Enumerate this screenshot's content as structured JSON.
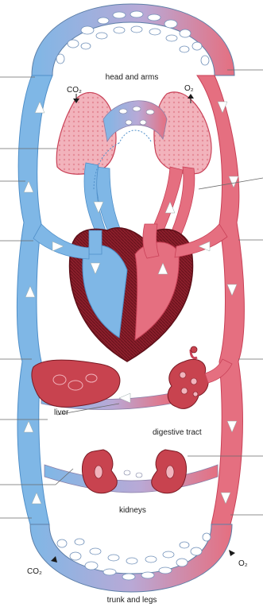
{
  "labels": {
    "head_and_arms": "head and arms",
    "co2_top": "CO₂",
    "o2_top": "O₂",
    "liver": "liver",
    "digestive_tract": "digestive tract",
    "kidneys": "kidneys",
    "co2_bottom": "CO₂",
    "o2_bottom": "O₂",
    "trunk_and_legs": "trunk and legs"
  },
  "colors": {
    "deoxygenated": "#7fb7e6",
    "deoxygenated_dark": "#4f8fc9",
    "oxygenated": "#e56f80",
    "oxygenated_dark": "#c94157",
    "organ_red": "#c8434f",
    "lung_pink": "#f2b3bc",
    "heart_wall": "#8b1e2b",
    "background": "#ffffff"
  }
}
